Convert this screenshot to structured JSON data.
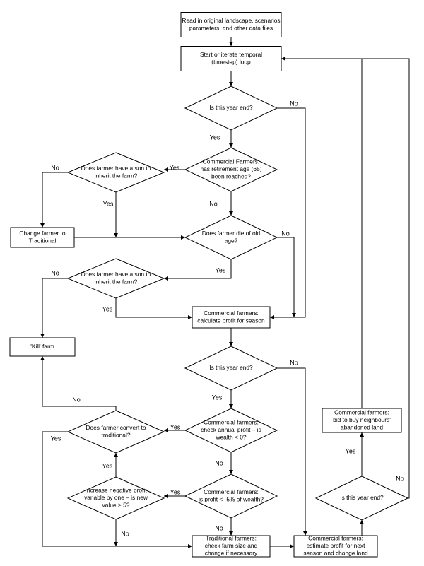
{
  "diagram": {
    "nodes": [
      {
        "id": "read_input",
        "shape": "rect",
        "lines": [
          "Read in original landscape, scenarios",
          "parameters, and other data files"
        ]
      },
      {
        "id": "start_loop",
        "shape": "rect",
        "lines": [
          "Start or iterate temporal",
          "(timestep) loop"
        ]
      },
      {
        "id": "year_end_1",
        "shape": "diamond",
        "lines": [
          "Is this year end?"
        ]
      },
      {
        "id": "retirement",
        "shape": "diamond",
        "lines": [
          "Commercial Farmers:",
          "has retirement age (65)",
          "been reached?"
        ]
      },
      {
        "id": "son_inherit_1",
        "shape": "diamond",
        "lines": [
          "Does farmer have a son to",
          "inherit the farm?"
        ]
      },
      {
        "id": "change_traditional",
        "shape": "rect",
        "lines": [
          "Change farmer to",
          "Traditional"
        ]
      },
      {
        "id": "die_old_age",
        "shape": "diamond",
        "lines": [
          "Does farmer die of old",
          "age?"
        ]
      },
      {
        "id": "son_inherit_2",
        "shape": "diamond",
        "lines": [
          "Does farmer have a son to",
          "inherit the farm?"
        ]
      },
      {
        "id": "calc_profit",
        "shape": "rect",
        "lines": [
          "Commercial farmers:",
          "calculate profit for season"
        ]
      },
      {
        "id": "kill_farm",
        "shape": "rect",
        "lines": [
          "'Kill' farm"
        ]
      },
      {
        "id": "year_end_2",
        "shape": "diamond",
        "lines": [
          "Is this year end?"
        ]
      },
      {
        "id": "wealth_check",
        "shape": "diamond",
        "lines": [
          "Commercial farmers:",
          "check annual profit – is",
          "wealth < 0?"
        ]
      },
      {
        "id": "convert_traditional",
        "shape": "diamond",
        "lines": [
          "Does farmer convert to",
          "traditional?"
        ]
      },
      {
        "id": "profit_check",
        "shape": "diamond",
        "lines": [
          "Commercial farmers:",
          "is profit < -5% of wealth?"
        ]
      },
      {
        "id": "neg_profit",
        "shape": "diamond",
        "lines": [
          "Increase negative profit",
          "variable by one – is new",
          "value > 5?"
        ]
      },
      {
        "id": "traditional_check",
        "shape": "rect",
        "lines": [
          "Traditional farmers:",
          "check farm size and",
          "change if necessary"
        ]
      },
      {
        "id": "estimate_profit",
        "shape": "rect",
        "lines": [
          "Commercial farmers:",
          "estimate profit for next",
          "season and change land"
        ]
      },
      {
        "id": "year_end_3",
        "shape": "diamond",
        "lines": [
          "Is this year end?"
        ]
      },
      {
        "id": "bid_land",
        "shape": "rect",
        "lines": [
          "Commercial farmers:",
          "bid to buy neighbours'",
          "abandoned land"
        ]
      }
    ],
    "edges": [
      {
        "id": "read-to-start"
      },
      {
        "id": "start-to-ye1"
      },
      {
        "id": "ye1-yes",
        "label": "Yes"
      },
      {
        "id": "ye1-no",
        "label": "No"
      },
      {
        "id": "ret-yes",
        "label": "Yes"
      },
      {
        "id": "ret-no",
        "label": "No"
      },
      {
        "id": "son1-no",
        "label": "No"
      },
      {
        "id": "son1-yes",
        "label": "Yes"
      },
      {
        "id": "chg-to-die"
      },
      {
        "id": "die-yes",
        "label": "Yes"
      },
      {
        "id": "die-no",
        "label": "No"
      },
      {
        "id": "son2-no",
        "label": "No"
      },
      {
        "id": "son2-yes",
        "label": "Yes"
      },
      {
        "id": "calc-to-ye2"
      },
      {
        "id": "ye2-yes",
        "label": "Yes"
      },
      {
        "id": "ye2-no",
        "label": "No"
      },
      {
        "id": "wealth-yes",
        "label": "Yes"
      },
      {
        "id": "wealth-no",
        "label": "No"
      },
      {
        "id": "conv-no",
        "label": "No"
      },
      {
        "id": "conv-yes",
        "label": "Yes"
      },
      {
        "id": "profit-yes",
        "label": "Yes"
      },
      {
        "id": "profit-no",
        "label": "No"
      },
      {
        "id": "neg-yes",
        "label": "Yes"
      },
      {
        "id": "neg-no",
        "label": "No"
      },
      {
        "id": "trad-to-est"
      },
      {
        "id": "est-to-ye3"
      },
      {
        "id": "ye3-yes",
        "label": "Yes"
      },
      {
        "id": "ye3-no",
        "label": "No"
      },
      {
        "id": "bid-to-start"
      }
    ]
  }
}
